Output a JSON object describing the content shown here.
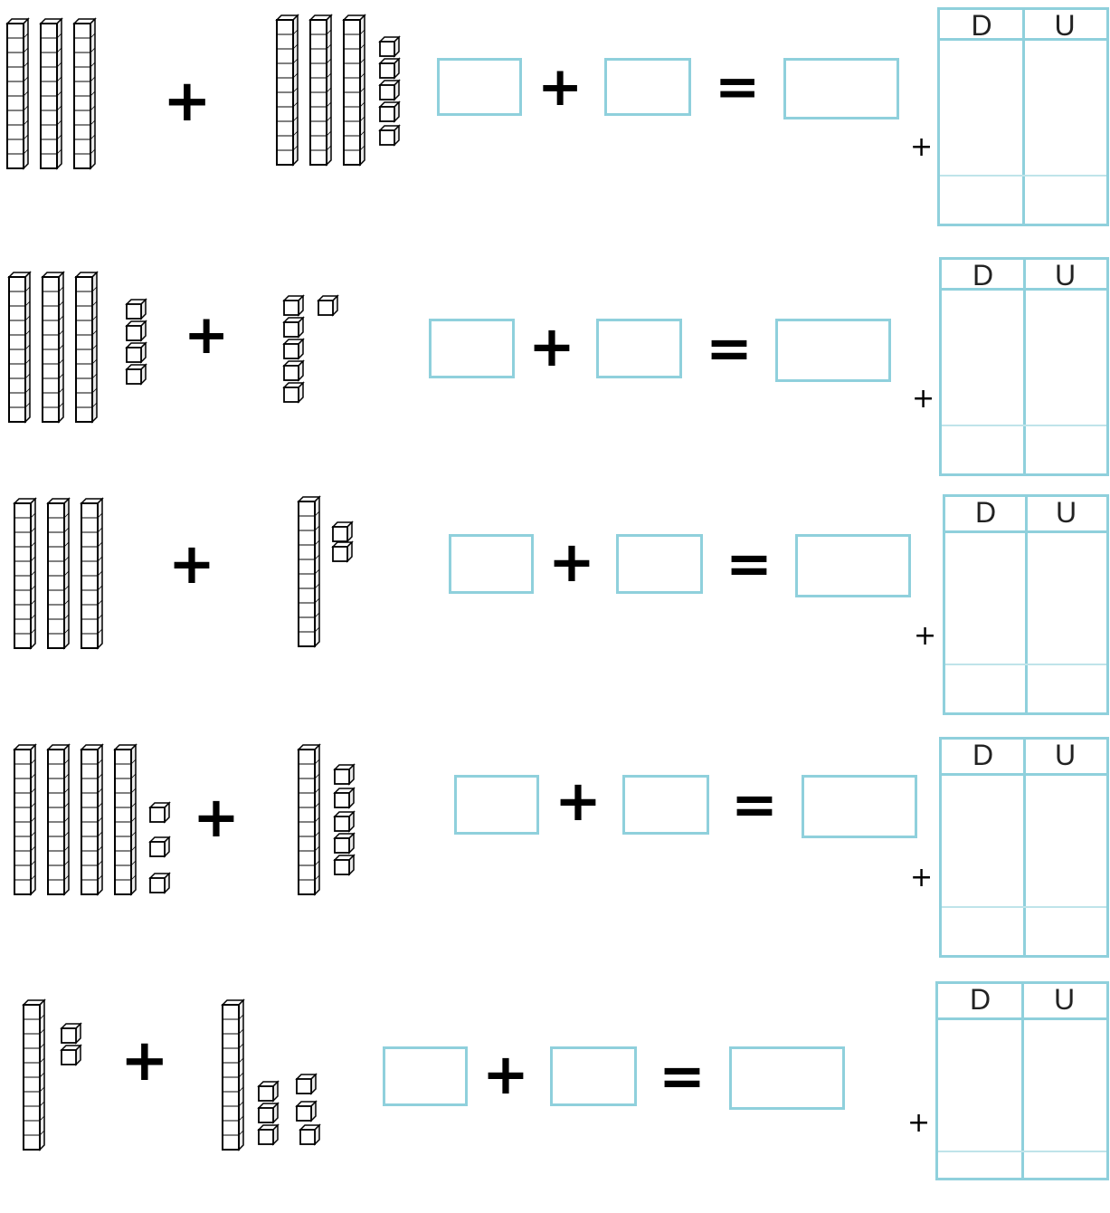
{
  "symbols": {
    "plus": "+",
    "equals": "="
  },
  "table_headers": {
    "tens": "D",
    "units": "U"
  },
  "colors": {
    "box_border": "#8fd0dc",
    "ink": "#000000"
  },
  "exercises": [
    {
      "addend1": {
        "tens": 3,
        "units": 0
      },
      "addend2": {
        "tens": 3,
        "units": 5
      }
    },
    {
      "addend1": {
        "tens": 3,
        "units": 4
      },
      "addend2": {
        "tens": 0,
        "units": 6
      }
    },
    {
      "addend1": {
        "tens": 3,
        "units": 0
      },
      "addend2": {
        "tens": 1,
        "units": 2
      }
    },
    {
      "addend1": {
        "tens": 4,
        "units": 3
      },
      "addend2": {
        "tens": 1,
        "units": 5
      }
    },
    {
      "addend1": {
        "tens": 1,
        "units": 2
      },
      "addend2": {
        "tens": 1,
        "units": 6
      }
    }
  ]
}
